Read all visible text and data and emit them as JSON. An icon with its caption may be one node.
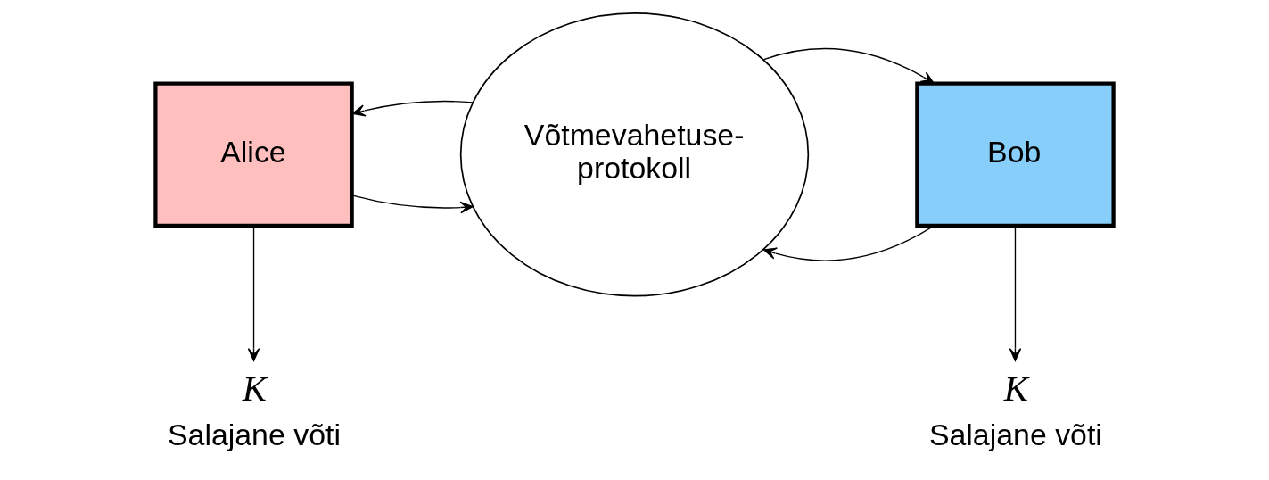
{
  "diagram": {
    "nodes": [
      {
        "text": [
          "Alice"
        ]
      },
      {
        "text": [
          "Võtmevahetuse- protokoll"
        ]
      },
      {
        "text": [
          "Bob"
        ]
      },
      {
        "text": [
          "K"
        ],
        "beside": [
          "Salajane võti"
        ]
      },
      {
        "text": [
          "K"
        ],
        "beside": [
          "Salajane võti"
        ]
      }
    ],
    "edges": [
      {
        "from": 0,
        "to": 1,
        "arrow": "to"
      },
      {
        "from": 1,
        "to": 0,
        "arrow": "to"
      },
      {
        "from": 2,
        "to": 1,
        "arrow": "to"
      },
      {
        "from": 1,
        "to": 2,
        "arrow": "to"
      },
      {
        "from": 0,
        "to": 3,
        "arrow": "to"
      },
      {
        "from": 2,
        "to": 4,
        "arrow": "to"
      }
    ]
  }
}
